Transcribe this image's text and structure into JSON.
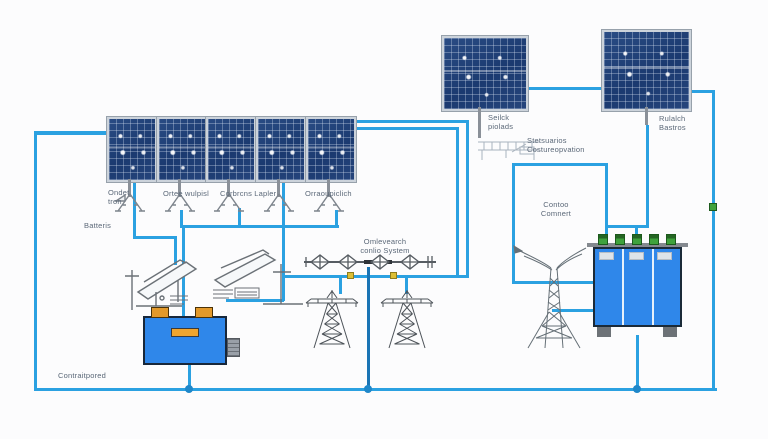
{
  "palette": {
    "wire_blue": "#2ba1e1",
    "wire_dark_blue": "#1a74b4",
    "panel_cell_blue": "#1f3e74",
    "device_blue": "#2f87ea",
    "terminal_orange": "#e2992b",
    "bushing_green": "#3fa23c",
    "structure_gray": "#6b7177",
    "label_gray": "#5b6878"
  },
  "labels": {
    "battery_area": "Batteris",
    "bottom_note": "Contraitpored",
    "stand_1_line1": "Ondet",
    "stand_1_line2": "tron",
    "stand_2": "Ortee wulpisl",
    "stand_3": "Corbrcns Lapler",
    "stand_4": "Orraoupiclich",
    "line_system_line1": "Omlevearch",
    "line_system_line2": "conlio System",
    "tower_line1": "Contoo",
    "tower_line2": "Comnert",
    "big_panel_1_line1": "Seilck",
    "big_panel_1_line2": "piolads",
    "big_panel_2_line1": "Rulalch",
    "big_panel_2_line2": "Bastros",
    "sketch_line1": "Stetsuarios",
    "sketch_line2": "Costureopvation"
  }
}
